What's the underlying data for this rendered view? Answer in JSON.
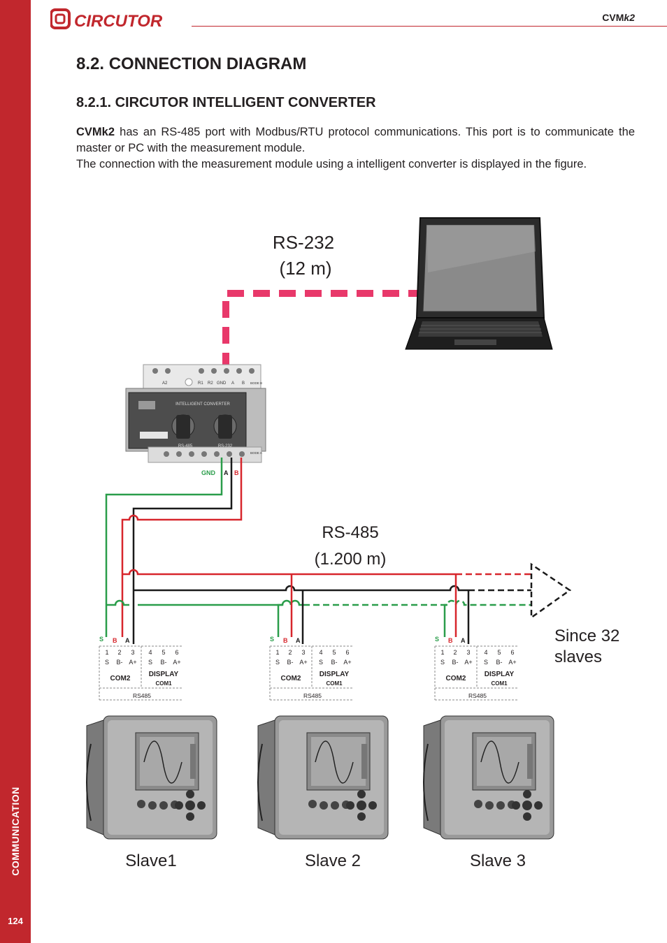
{
  "header": {
    "brand": "CIRCUTOR",
    "product_prefix": "CVM",
    "product_suffix": "k2"
  },
  "sidebar": {
    "section": "COMMUNICATION",
    "page_number": "124"
  },
  "heading": "8.2. CONNECTION DIAGRAM",
  "subheading": "8.2.1. CIRCUTOR INTELLIGENT CONVERTER",
  "paragraph1_bold": "CVMk2",
  "paragraph1_rest": " has an RS-485 port with Modbus/RTU protocol communications. This port is to communicate the master or PC with the measurement module.",
  "paragraph2": "The connection with the measurement module using a intelligent converter is displayed in the figure.",
  "diagram": {
    "rs232_label": "RS-232",
    "rs232_length": "(12 m)",
    "rs485_label": "RS-485",
    "rs485_length": "(1.200 m)",
    "since_line1": "Since 32",
    "since_line2": "slaves",
    "converter": {
      "title": "INTELLIGENT CONVERTER",
      "top_terminals": [
        "A2",
        "R1",
        "R2",
        "GND",
        "A",
        "B",
        "BODE B"
      ],
      "port_left": "RS-485",
      "port_right": "RS-232",
      "bottom_right": "BODE A",
      "gnd": "GND",
      "a": "A",
      "b": "B"
    },
    "terminal": {
      "s": "S",
      "b": "B",
      "a": "A",
      "nums": [
        "1",
        "2",
        "3",
        "4",
        "5",
        "6"
      ],
      "subs": [
        "S",
        "B-",
        "A+",
        "S",
        "B-",
        "A+"
      ],
      "com2": "COM2",
      "display": "DISPLAY",
      "com1": "COM1",
      "rs485": "RS485"
    },
    "slaves": [
      "Slave1",
      "Slave 2",
      "Slave 3"
    ]
  },
  "colors": {
    "brand_red": "#c1272d",
    "rs232_pink": "#e8386a",
    "wire_green": "#2a9d4a",
    "wire_red": "#d7262c",
    "wire_black": "#1a1a1a"
  }
}
